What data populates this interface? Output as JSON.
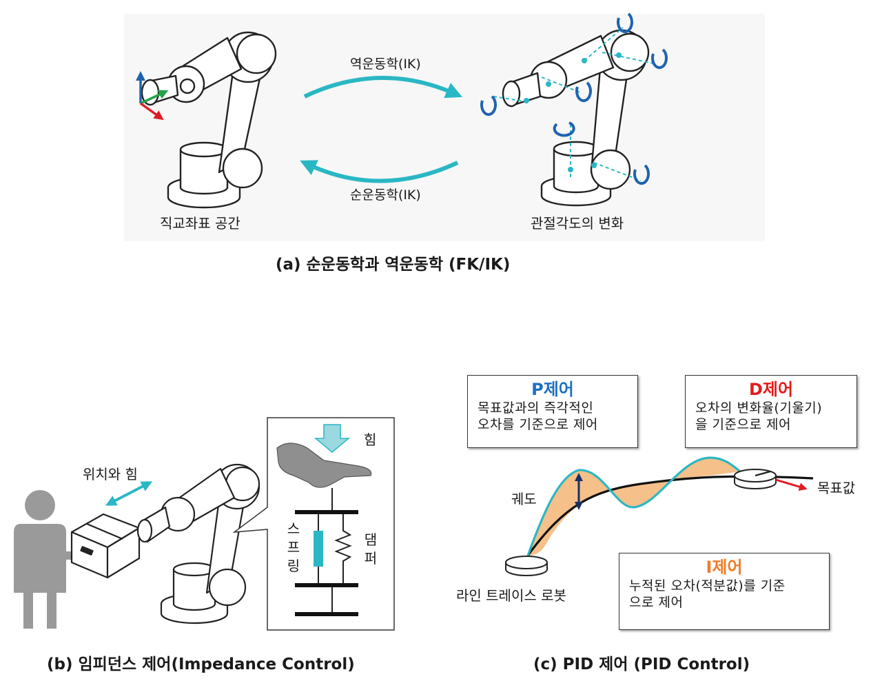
{
  "panel_a": {
    "caption": "(a) 순운동학과 역운동학 (FK/IK)",
    "ik_label": "역운동학(IK)",
    "fk_label": "순운동학(IK)",
    "left_label": "직교좌표 공간",
    "right_label": "관절각도의 변화"
  },
  "panel_b": {
    "caption": "(b) 임피던스 제어(Impedance Control)",
    "position_force_label": "위치와 힘",
    "force_label": "힘",
    "spring_label": "스프링",
    "damper_label": "댐퍼"
  },
  "panel_c": {
    "caption": "(c) PID 제어 (PID Control)",
    "p_box": {
      "title": "P제어",
      "text_line1": "목표값과의 즉각적인",
      "text_line2": "오차를 기준으로 제어"
    },
    "d_box": {
      "title": "D제어",
      "text_line1": "오차의 변화율(기울기)",
      "text_line2": "을 기준으로 제어"
    },
    "i_box": {
      "title": "I제어",
      "text_line1": "누적된 오차(적분값)를 기준",
      "text_line2": "으로 제어"
    },
    "trajectory_label": "궤도",
    "target_label": "목표값",
    "robot_label": "라인 트레이스 로봇"
  },
  "colors": {
    "teal": "#2ab7c4",
    "blue": "#1f63b0",
    "red": "#e01b24",
    "green": "#22a24a",
    "orange_fill": "#f5c089",
    "p_title": "#1f6fc1",
    "d_title": "#e31c1c",
    "i_title": "#ee7d2b"
  }
}
